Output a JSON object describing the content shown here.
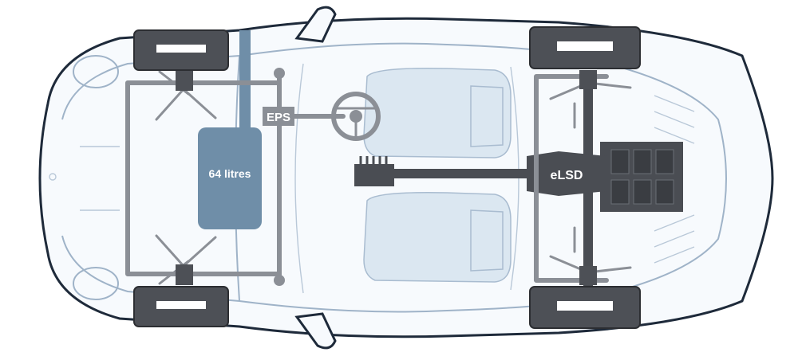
{
  "labels": {
    "tank": "64 litres",
    "steering": "EPS",
    "differential": "eLSD"
  },
  "colors": {
    "fuel_tank": "#6f8ea8",
    "mechanical_grey": "#8b8f96",
    "drivetrain_dark": "#4a4d53",
    "body_outline": "#1e2a3a",
    "interior_light": "#dbe7f1"
  },
  "icons": {
    "wheel": "tyre-tread",
    "steering_wheel": "steering-wheel",
    "engine": "engine-block"
  }
}
